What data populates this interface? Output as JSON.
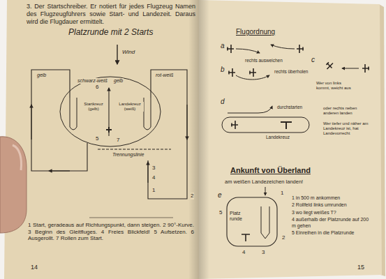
{
  "diagram": {
    "nodes": [
      {
        "text": [
          "Platz runde"
        ]
      }
    ],
    "labels": [
      "3. Der Startschreiber. Er notiert für jedes Flugzeug Namen des Flugzeugführers sowie Start- und Landezeit. Daraus wird die Flugdauer ermittelt.",
      "Platzrunde mit 2 Starts",
      "Wind",
      "gelb",
      "schwarz-weiß",
      "gelb",
      "rot-weiß",
      "Startkreuz (gelb)",
      "Landekreuz (weiß)",
      "Trennungslinie",
      "1",
      "2",
      "3",
      "4",
      "5",
      "6",
      "7",
      "1 Start, geradeaus auf Richtungspunkt, dann steigen. 2 90°-Kurve. 3 Beginn des Gleitfluges. 4 Freies Blickfeld! 5 Aufsetzen. 6 Ausgerollt. 7 Rollen zum Start.",
      "14",
      "Flugordnung",
      "a",
      "rechts ausweichen",
      "b",
      "rechts überholen",
      "c",
      "Wer von links kommt, weicht aus",
      "d",
      "durchstarten",
      "oder rechts neben anderen landen",
      "Landekreuz",
      "Wer tiefer und näher am Landekreuz ist, hat Landevorrecht",
      "Ankunft von Überland",
      "am weißen Landezeichen landen!",
      "e",
      "1",
      "2",
      "3",
      "4",
      "5",
      "1 in 500 m ankommen",
      "2 Rollfeld links umrunden",
      "3 wo liegt weißes T?",
      "4 außerhalb der Platzrunde auf 200 m gehen",
      "5 Einreihen in die Platzrunde",
      "15"
    ]
  }
}
